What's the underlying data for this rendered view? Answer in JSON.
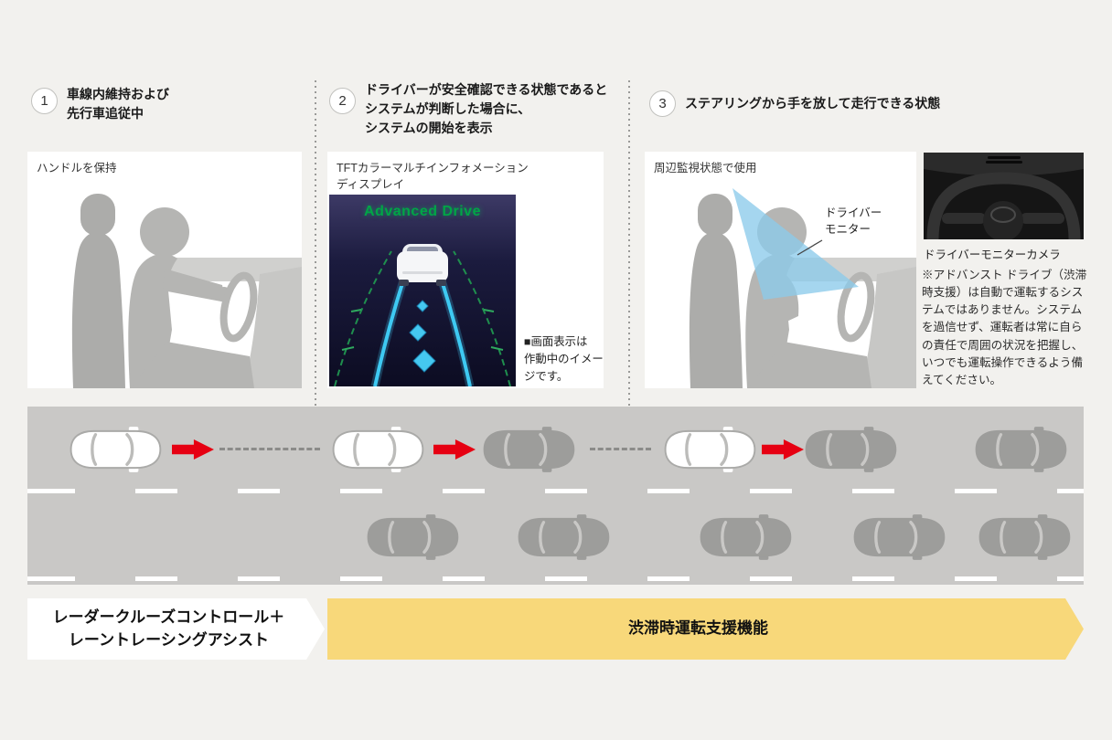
{
  "steps": [
    {
      "number": "1",
      "text": "車線内維持および\n先行車追従中"
    },
    {
      "number": "2",
      "text": "ドライバーが安全確認できる状態であると\nシステムが判断した場合に、\nシステムの開始を表示"
    },
    {
      "number": "3",
      "text": "ステアリングから手を放して走行できる状態"
    }
  ],
  "panels": {
    "driving": {
      "label": "ハンドルを保持"
    },
    "display": {
      "label": "TFTカラーマルチインフォメーション\nディスプレイ",
      "screen_title": "Advanced Drive",
      "note": "■画面表示は\n作動中のイメー\nジです。"
    },
    "monitor": {
      "label": "周辺監視状態で使用",
      "callout": "ドライバー\nモニター"
    }
  },
  "camera": {
    "caption": "ドライバーモニターカメラ",
    "disclaimer": "※アドバンスト ドライブ（渋滞時支援）は自動で運転するシステムではありません。システムを過信せず、運転者は常に自らの責任で周囲の状況を把握し、いつでも運転操作できるよう備えてください。"
  },
  "banners": {
    "left": "レーダークルーズコントロール＋\nレーントレーシングアシスト",
    "right": "渋滞時運転支援機能"
  },
  "colors": {
    "accent_red": "#e60012",
    "banner_yellow": "#f8d87a",
    "monitor_blue": "#8ccaea",
    "display_green": "#00a546"
  }
}
